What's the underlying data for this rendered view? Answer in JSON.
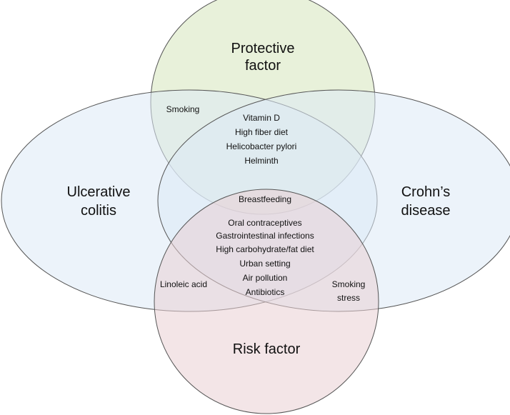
{
  "labels": {
    "protective": [
      "Protective",
      "factor"
    ],
    "uc": [
      "Ulcerative",
      "colitis"
    ],
    "crohns": [
      "Crohn’s",
      "disease"
    ],
    "risk": "Risk factor"
  },
  "regions": {
    "uc_protective": "Smoking",
    "all_protective": [
      "Vitamin D",
      "High fiber diet",
      "Helicobacter pylori",
      "Helminth"
    ],
    "center": "Breastfeeding",
    "all_risk": [
      "Oral contraceptives",
      "Gastrointestinal infections",
      "High carbohydrate/fat diet",
      "Urban setting",
      "Air pollution",
      "Antibiotics"
    ],
    "uc_risk": "Linoleic acid",
    "crohns_risk": [
      "Smoking",
      "stress"
    ]
  },
  "colors": {
    "protective_fill": "#e4efd4",
    "uc_fill": "#dde9f6",
    "crohns_fill": "#dde9f6",
    "risk_fill": "#eacfd4",
    "stroke": "#555555"
  }
}
